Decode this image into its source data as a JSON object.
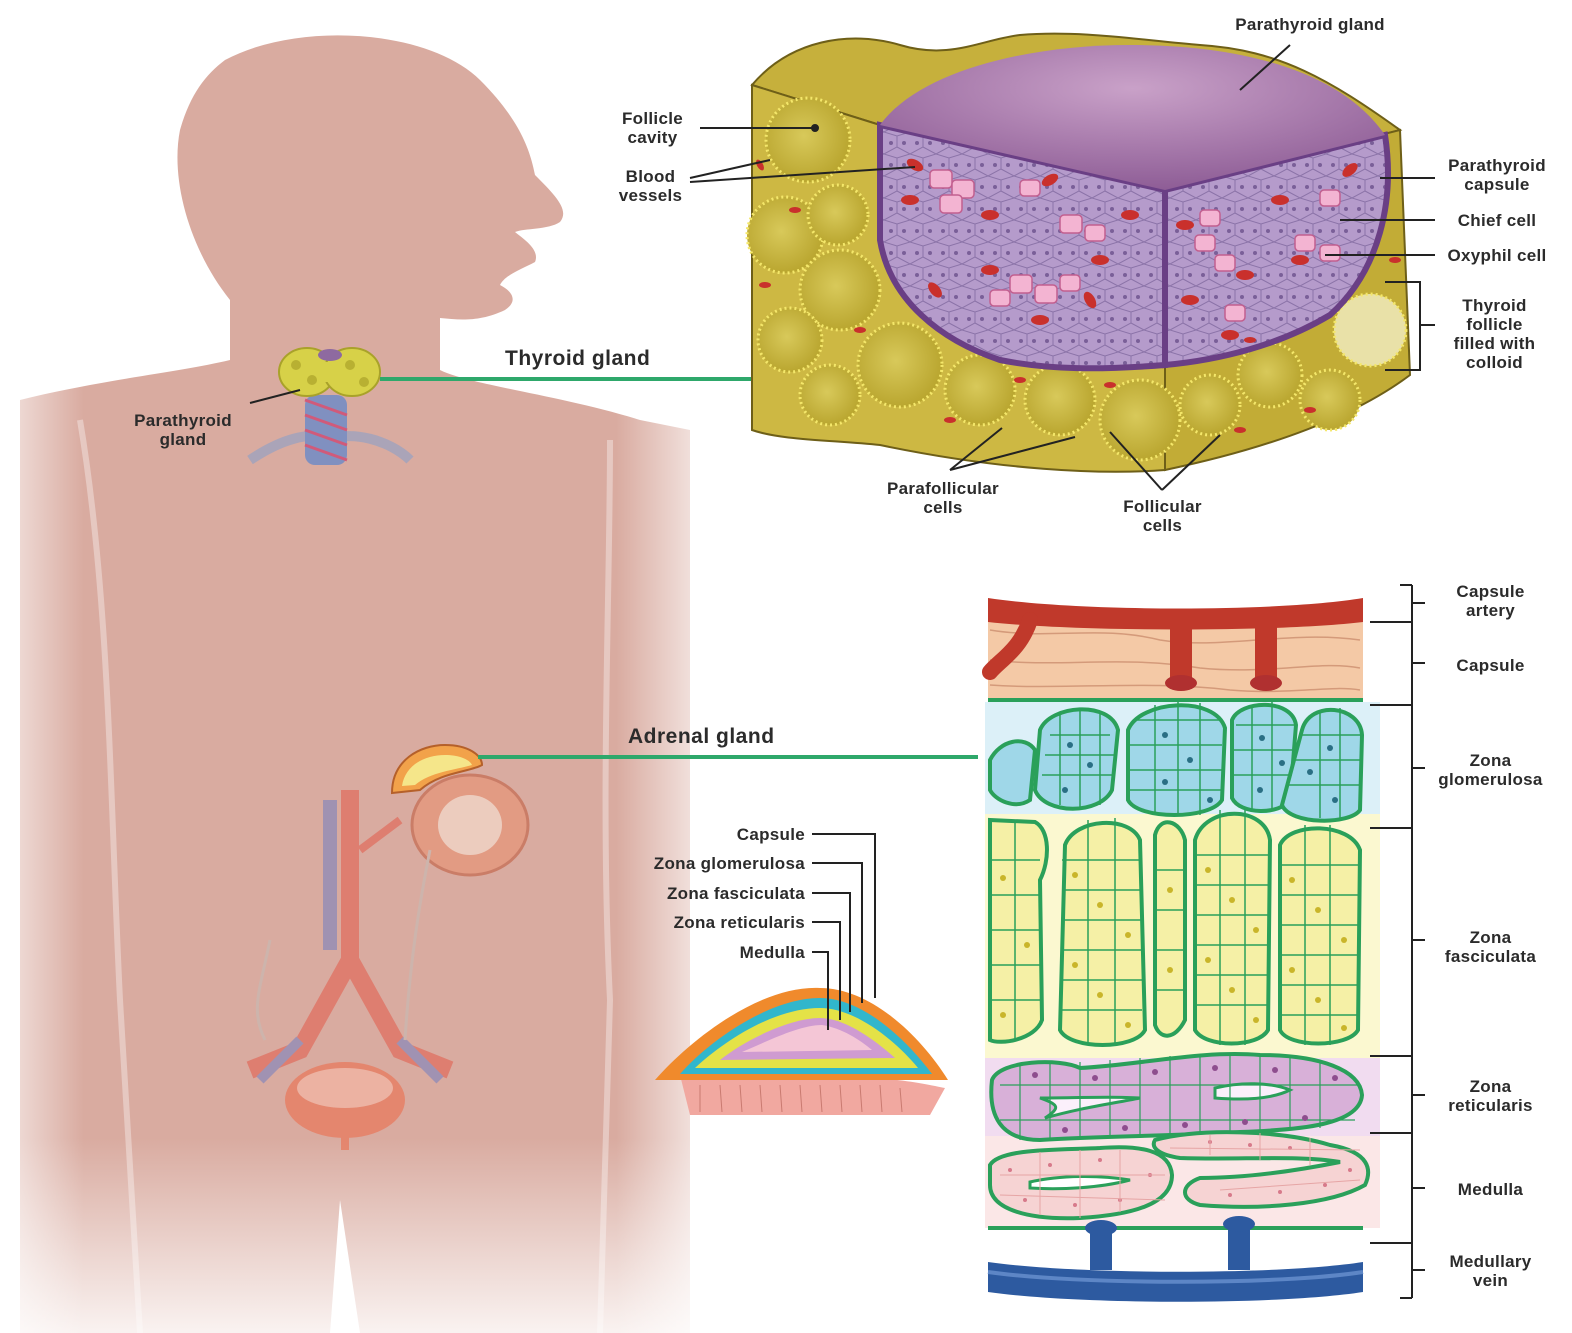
{
  "labels": {
    "thyroid_gland": "Thyroid gland",
    "adrenal_gland": "Adrenal gland",
    "parathyroid_gland_body": "Parathyroid\ngland",
    "parathyroid_gland_top": "Parathyroid gland",
    "follicle_cavity": "Follicle\ncavity",
    "blood_vessels": "Blood\nvessels",
    "parathyroid_capsule": "Parathyroid\ncapsule",
    "chief_cell": "Chief cell",
    "oxyphil_cell": "Oxyphil cell",
    "thyroid_follicle": "Thyroid\nfollicle\nfilled with\ncolloid",
    "parafollicular_cells": "Parafollicular\ncells",
    "follicular_cells": "Follicular\ncells",
    "inset_capsule": "Capsule",
    "inset_zona_glomerulosa": "Zona glomerulosa",
    "inset_zona_fasciculata": "Zona fasciculata",
    "inset_zona_reticularis": "Zona reticularis",
    "inset_medulla": "Medulla",
    "capsule_artery": "Capsule\nartery",
    "capsule": "Capsule",
    "zona_glomerulosa": "Zona\nglomerulosa",
    "zona_fasciculata": "Zona\nfasciculata",
    "zona_reticularis": "Zona\nreticularis",
    "medulla": "Medulla",
    "medullary_vein": "Medullary\nvein"
  },
  "colors": {
    "body": "#d9aba0",
    "connector": "#2ea86b",
    "thyroid": "#c9b53a",
    "parathyroid": "#9b6aa8",
    "artery": "#c0392b",
    "vein": "#2d5aa0",
    "glomerulosa": "#9fd7e8",
    "fasciculata": "#f5f0a6",
    "reticularis": "#d8b0d8",
    "medulla": "#f6d3d3",
    "membrane": "#2aa05a"
  }
}
